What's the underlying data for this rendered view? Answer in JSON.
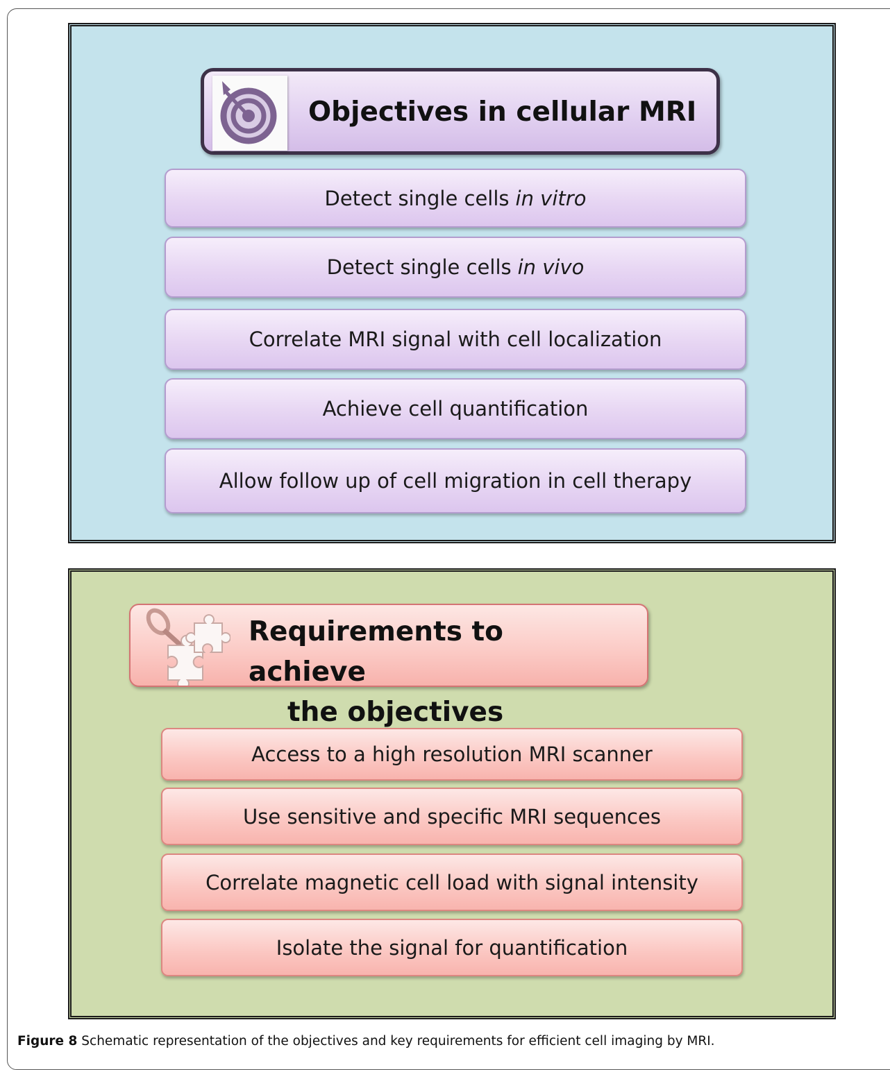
{
  "objectives": {
    "title": "Objectives in cellular MRI",
    "icon": "target-icon",
    "items": [
      {
        "text": "Detect single cells",
        "emphasis": "in vitro"
      },
      {
        "text": "Detect single cells",
        "emphasis": "in vivo"
      },
      {
        "text": "Correlate MRI signal with cell localization",
        "emphasis": ""
      },
      {
        "text": "Achieve cell quantification",
        "emphasis": ""
      },
      {
        "text": "Allow follow up of cell migration in cell therapy",
        "emphasis": ""
      }
    ],
    "colors": {
      "panel": "#c4e3ec",
      "box": "#e2d1f1"
    }
  },
  "requirements": {
    "title_line1": "Requirements to achieve",
    "title_line2": "the objectives",
    "icon": "puzzle-key-icon",
    "items": [
      "Access to a high resolution MRI scanner",
      "Use sensitive and specific MRI sequences",
      "Correlate magnetic cell load with signal intensity",
      "Isolate the signal for quantification"
    ],
    "colors": {
      "panel": "#cfdcae",
      "box": "#fbc9c4"
    }
  },
  "caption": {
    "label": "Figure 8",
    "text": "Schematic representation of the objectives and key requirements for efficient cell imaging by MRI."
  }
}
